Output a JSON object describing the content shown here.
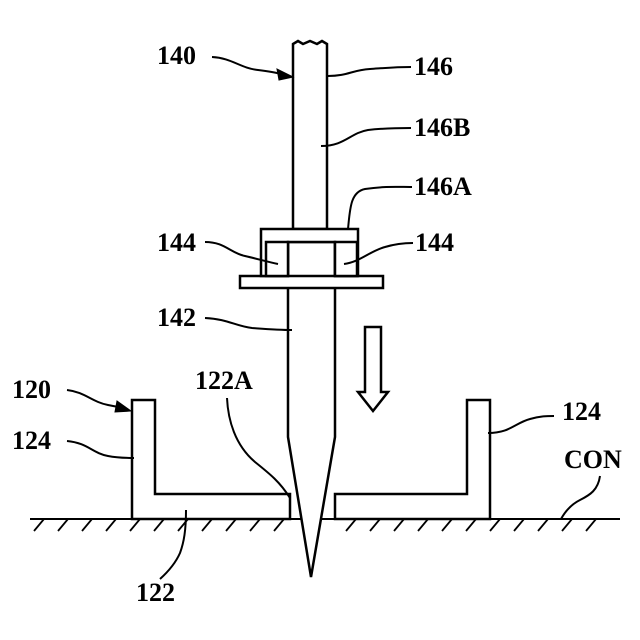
{
  "figure": {
    "labels": {
      "l140": "140",
      "l146": "146",
      "l146b": "146B",
      "l146a": "146A",
      "l144_left": "144",
      "l144_right": "144",
      "l142": "142",
      "l120": "120",
      "l122a": "122A",
      "l124_left": "124",
      "l124_right": "124",
      "lcon": "CON",
      "l122": "122"
    },
    "arrow_direction": "down"
  }
}
